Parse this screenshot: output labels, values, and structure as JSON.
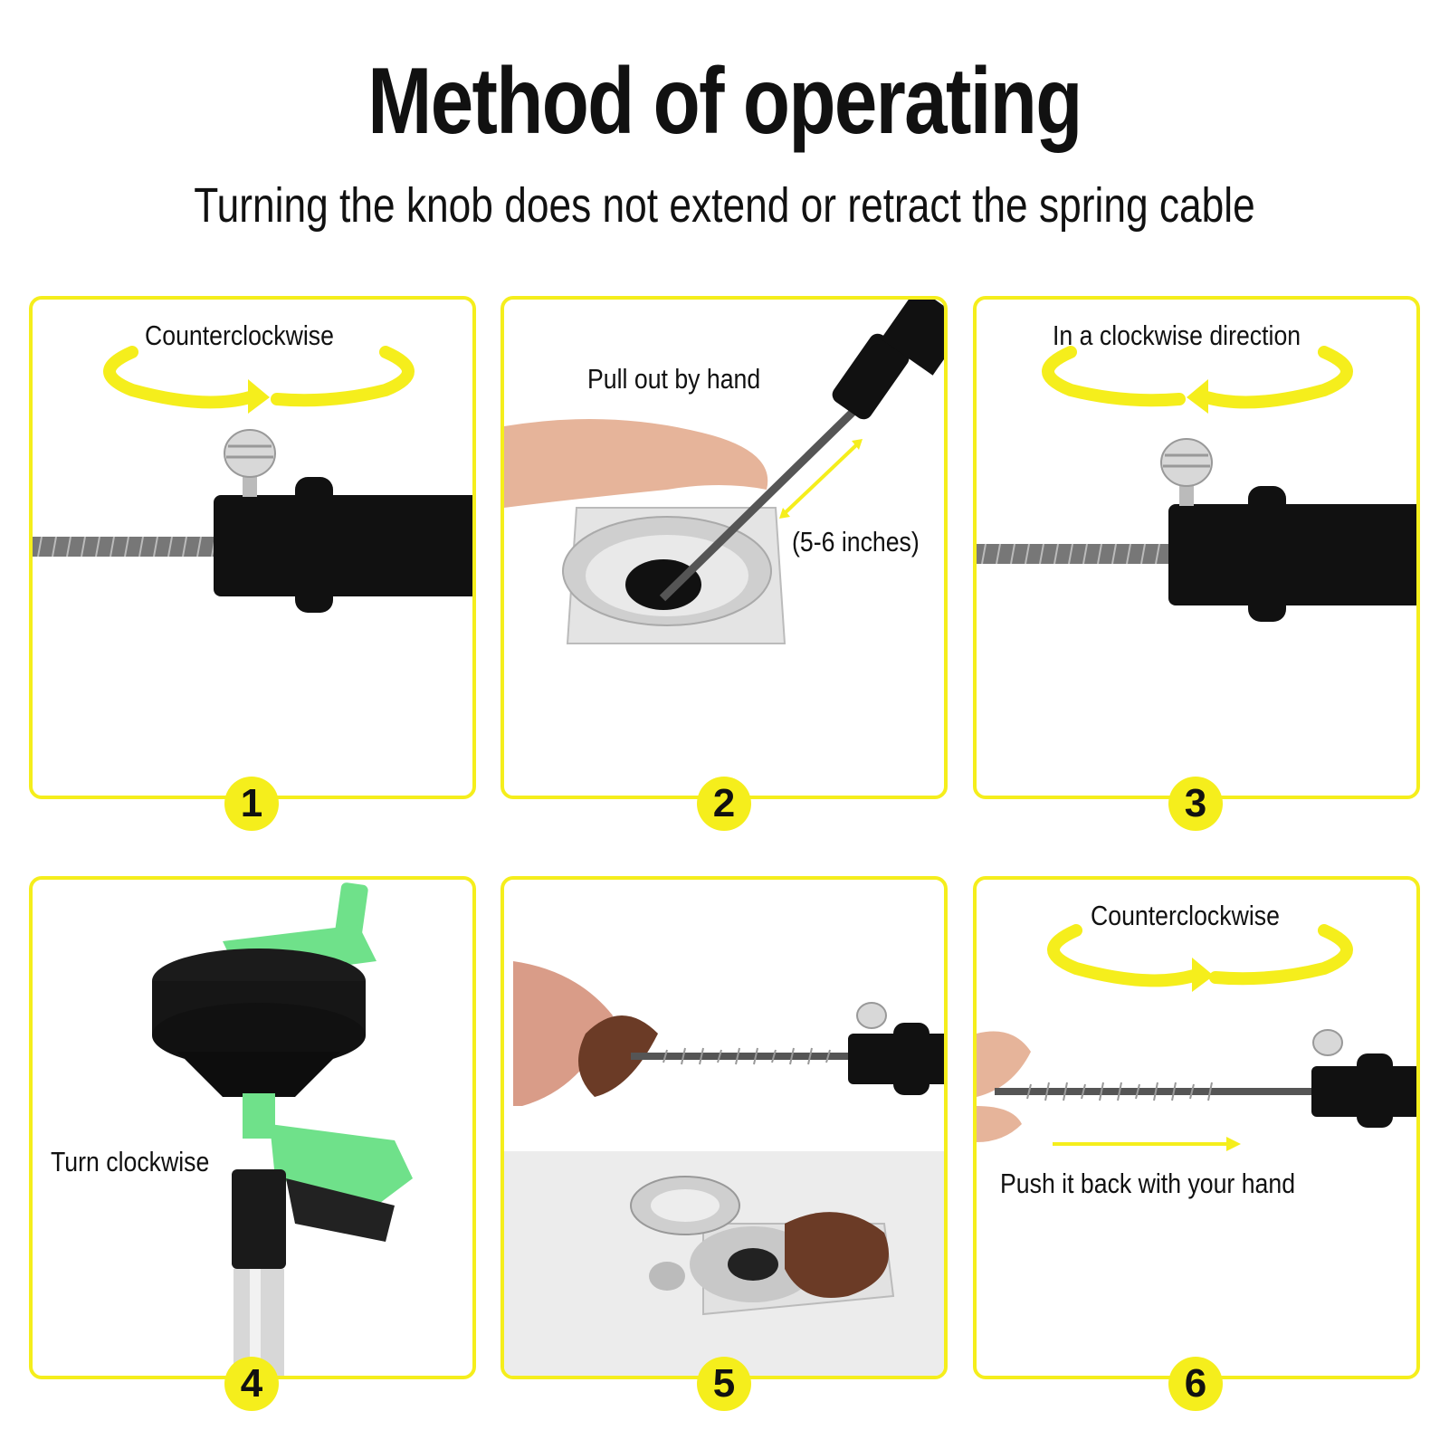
{
  "header": {
    "title": "Method of operating",
    "subtitle": "Turning the knob does not extend or retract the spring cable"
  },
  "accent_color": "#f5ee1c",
  "steps": [
    {
      "number": "1",
      "caption": "Counterclockwise"
    },
    {
      "number": "2",
      "caption": "Pull out by hand",
      "measure": "(5-6 inches)"
    },
    {
      "number": "3",
      "caption": "In a clockwise direction"
    },
    {
      "number": "4",
      "caption": "Turn clockwise"
    },
    {
      "number": "5"
    },
    {
      "number": "6",
      "caption": "Counterclockwise",
      "note": "Push it back with your hand"
    }
  ]
}
